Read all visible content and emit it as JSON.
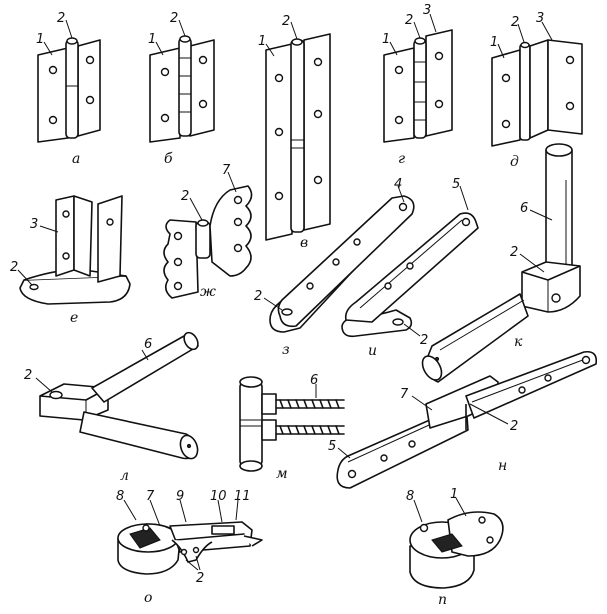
{
  "figures": {
    "a": {
      "label": "а",
      "parts": [
        "1",
        "2"
      ]
    },
    "b": {
      "label": "б",
      "parts": [
        "1",
        "2"
      ]
    },
    "v": {
      "label": "в",
      "parts": [
        "1",
        "2"
      ]
    },
    "g": {
      "label": "г",
      "parts": [
        "1",
        "2",
        "3"
      ]
    },
    "d": {
      "label": "д",
      "parts": [
        "1",
        "2",
        "3"
      ]
    },
    "e": {
      "label": "е",
      "parts": [
        "2",
        "3"
      ]
    },
    "zh": {
      "label": "ж",
      "parts": [
        "2",
        "7"
      ]
    },
    "z": {
      "label": "з",
      "parts": [
        "2",
        "4"
      ]
    },
    "i": {
      "label": "и",
      "parts": [
        "2",
        "5"
      ]
    },
    "k": {
      "label": "к",
      "parts": [
        "2",
        "6"
      ]
    },
    "l": {
      "label": "л",
      "parts": [
        "2",
        "6"
      ]
    },
    "m": {
      "label": "м",
      "parts": [
        "6"
      ]
    },
    "n": {
      "label": "н",
      "parts": [
        "2",
        "5",
        "7"
      ]
    },
    "o": {
      "label": "о",
      "parts": [
        "2",
        "7",
        "8",
        "9",
        "10",
        "11"
      ]
    },
    "p": {
      "label": "п",
      "parts": [
        "1",
        "8"
      ]
    }
  }
}
